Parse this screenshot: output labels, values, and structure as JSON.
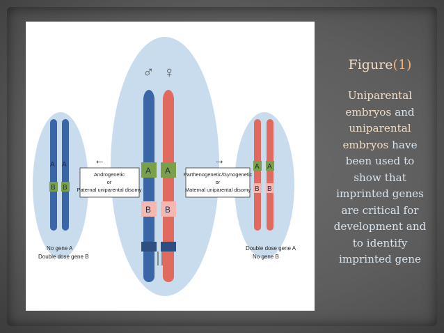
{
  "slide": {
    "title_text": "Figure",
    "title_number": "(1)",
    "caption": {
      "part1": "Uniparental embryos",
      "part2": " and ",
      "part3": "uniparental embryos",
      "part4": " have been used to show that imprinted genes are critical for development and to identify imprinted gene"
    }
  },
  "figure": {
    "male_symbol": "♂",
    "female_symbol": "♀",
    "left_box": {
      "line1": "Androgenetic",
      "line2": "or",
      "line3": "Paternal uniparental disomy"
    },
    "right_box": {
      "line1": "Parthenogenetic/Gynogenetic",
      "line2": "or",
      "line3": "Maternal uniparental disomy"
    },
    "left_caption": {
      "line1": "No gene A",
      "line2": "Double dose gene B"
    },
    "right_caption": {
      "line1": "Double dose gene A",
      "line2": "No gene B"
    },
    "gene_a": "A",
    "gene_b": "B",
    "arrow_left": "←",
    "arrow_right": "→",
    "colors": {
      "paternal": "#3a66a8",
      "maternal": "#e06a5f",
      "gene_a": "#7aa14a",
      "gene_b": "#f4b8b0",
      "cell": "#c9dcee"
    }
  }
}
